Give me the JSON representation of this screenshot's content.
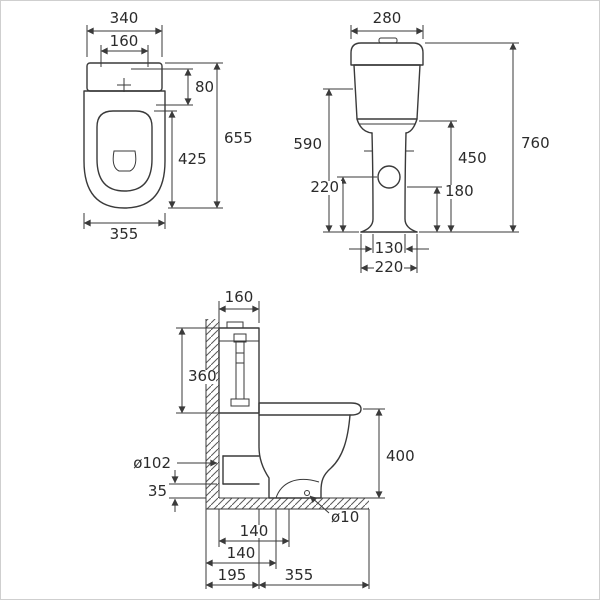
{
  "drawing": {
    "top_view": {
      "width_340": "340",
      "width_160": "160",
      "depth_80": "80",
      "length_655": "655",
      "length_425": "425",
      "width_355": "355"
    },
    "front_view": {
      "width_280": "280",
      "height_760": "760",
      "height_590": "590",
      "height_450": "450",
      "height_220_left": "220",
      "height_180": "180",
      "width_130": "130",
      "width_220_bottom": "220"
    },
    "side_view": {
      "depth_160": "160",
      "height_360": "360",
      "dia_outlet": "ø102",
      "height_35": "35",
      "height_400": "400",
      "dia_hole": "ø10",
      "dist_140_a": "140",
      "dist_140_b": "140",
      "dist_195": "195",
      "depth_355": "355"
    }
  }
}
